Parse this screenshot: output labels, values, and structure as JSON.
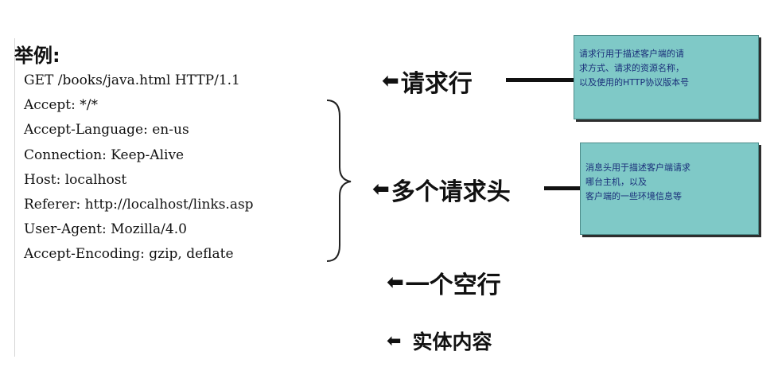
{
  "title": "举例:",
  "request_lines": [
    "GET /books/java.html HTTP/1.1",
    "Accept: */*",
    "Accept-Language: en-us",
    "Connection: Keep-Alive",
    "Host: localhost",
    "Referer: http://localhost/links.asp",
    "User-Agent: Mozilla/4.0",
    "Accept-Encoding: gzip, deflate"
  ],
  "labels": {
    "request_line": "请求行",
    "headers": "多个请求头",
    "blank_line": "一个空行",
    "body": "实体内容"
  },
  "notes": {
    "request_line": [
      "请求行用于描述客户端的请",
      "求方式、请求的资源名称，",
      "以及使用的HTTP协议版本号"
    ],
    "headers": [
      "消息头用于描述客户端请求",
      "哪台主机，以及",
      "客户端的一些环境信息等"
    ]
  },
  "colors": {
    "note_background": "#7fc9c7",
    "note_text": "#1a2f7a"
  },
  "icons": {
    "arrow": "left-arrow-icon"
  }
}
